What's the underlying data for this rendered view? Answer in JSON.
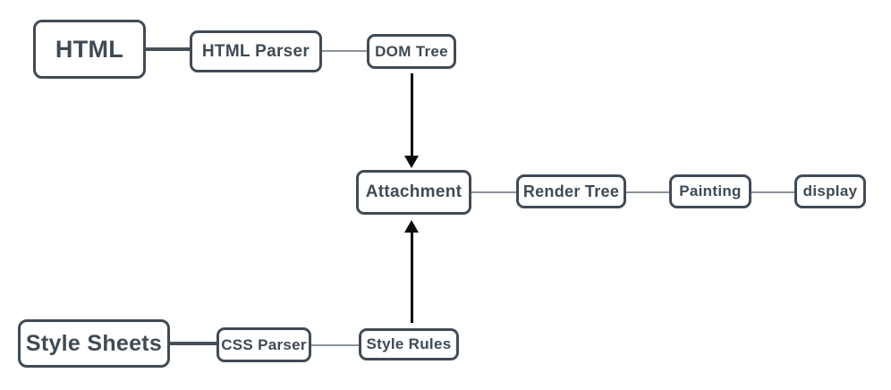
{
  "diagram": {
    "description": "Rendering engine flow diagram",
    "nodes": [
      {
        "id": "html",
        "label": "HTML",
        "emphasis": "bold-large"
      },
      {
        "id": "html_parser",
        "label": "HTML Parser",
        "emphasis": "normal"
      },
      {
        "id": "dom_tree",
        "label": "DOM Tree",
        "emphasis": "normal"
      },
      {
        "id": "attachment",
        "label": "Attachment",
        "emphasis": "normal"
      },
      {
        "id": "render_tree",
        "label": "Render Tree",
        "emphasis": "normal"
      },
      {
        "id": "painting",
        "label": "Painting",
        "emphasis": "normal"
      },
      {
        "id": "display",
        "label": "display",
        "emphasis": "normal"
      },
      {
        "id": "style_sheets",
        "label": "Style Sheets",
        "emphasis": "bold-large"
      },
      {
        "id": "css_parser",
        "label": "CSS Parser",
        "emphasis": "normal"
      },
      {
        "id": "style_rules",
        "label": "Style Rules",
        "emphasis": "normal"
      }
    ],
    "edges": [
      {
        "from": "HTML",
        "to": "HTML Parser",
        "style": "thick-line"
      },
      {
        "from": "HTML Parser",
        "to": "DOM Tree",
        "style": "thin-line"
      },
      {
        "from": "DOM Tree",
        "to": "Attachment",
        "style": "black-arrow-down"
      },
      {
        "from": "Attachment",
        "to": "Render Tree",
        "style": "thin-line"
      },
      {
        "from": "Render Tree",
        "to": "Painting",
        "style": "thin-line"
      },
      {
        "from": "Painting",
        "to": "display",
        "style": "thin-line"
      },
      {
        "from": "Style Sheets",
        "to": "CSS Parser",
        "style": "thick-line"
      },
      {
        "from": "CSS Parser",
        "to": "Style Rules",
        "style": "thin-line"
      },
      {
        "from": "Style Rules",
        "to": "Attachment",
        "style": "black-arrow-up"
      }
    ],
    "colors": {
      "box_border": "#414b56",
      "box_text": "#3f4a54",
      "thick_line": "#47505a",
      "thin_line": "#8a929a",
      "arrow": "#0b0b0b",
      "background": "#ffffff"
    }
  }
}
